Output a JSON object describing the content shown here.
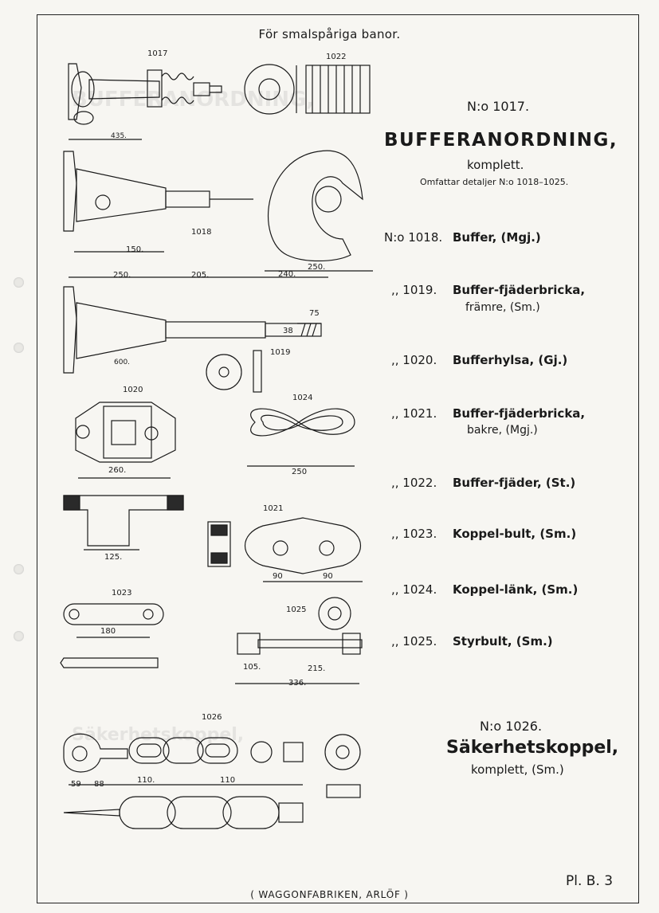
{
  "heading": "För smalspåriga banor.",
  "assembly": {
    "number": "N:o 1017.",
    "title": "BUFFERANORDNING,",
    "subtitle": "komplett.",
    "note": "Omfattar detaljer N:o 1018–1025."
  },
  "parts": [
    {
      "no": "N:o 1018.",
      "desc": "Buffer, (Mgj.)"
    },
    {
      "no": ",,  1019.",
      "desc": "Buffer-fjäderbricka,",
      "desc2": "främre, (Sm.)"
    },
    {
      "no": ",,  1020.",
      "desc": "Bufferhylsa, (Gj.)"
    },
    {
      "no": ",,  1021.",
      "desc": "Buffer-fjäderbricka,",
      "desc2": "bakre, (Mgj.)"
    },
    {
      "no": ",,  1022.",
      "desc": "Buffer-fjäder, (St.)"
    },
    {
      "no": ",,  1023.",
      "desc": "Koppel-bult, (Sm.)"
    },
    {
      "no": ",,  1024.",
      "desc": "Koppel-länk, (Sm.)"
    },
    {
      "no": ",,  1025.",
      "desc": "Styrbult, (Sm.)"
    }
  ],
  "coupling": {
    "number": "N:o 1026.",
    "title": "Säkerhetskoppel,",
    "subtitle": "komplett, (Sm.)"
  },
  "figures": [
    "1017",
    "1022",
    "1018",
    "1019",
    "1020",
    "1024",
    "1021",
    "1023",
    "1025",
    "1026"
  ],
  "dims": {
    "d435": "435.",
    "d150": "150.",
    "d250": "250.",
    "d205": "205.",
    "d240": "240.",
    "d250b": "250.",
    "d38": "38",
    "d75": "75",
    "d600": "600.",
    "d260": "260.",
    "d125": "125.",
    "d250c": "250",
    "d90": "90",
    "d90b": "90",
    "d180": "180",
    "d105": "105.",
    "d215": "215.",
    "d336": "336.",
    "d110": "110.",
    "d110b": "110",
    "d59": "59",
    "d88": "88"
  },
  "plate": "Pl. B. 3",
  "footer": "( WAGGONFABRIKEN, ARLÖF )"
}
